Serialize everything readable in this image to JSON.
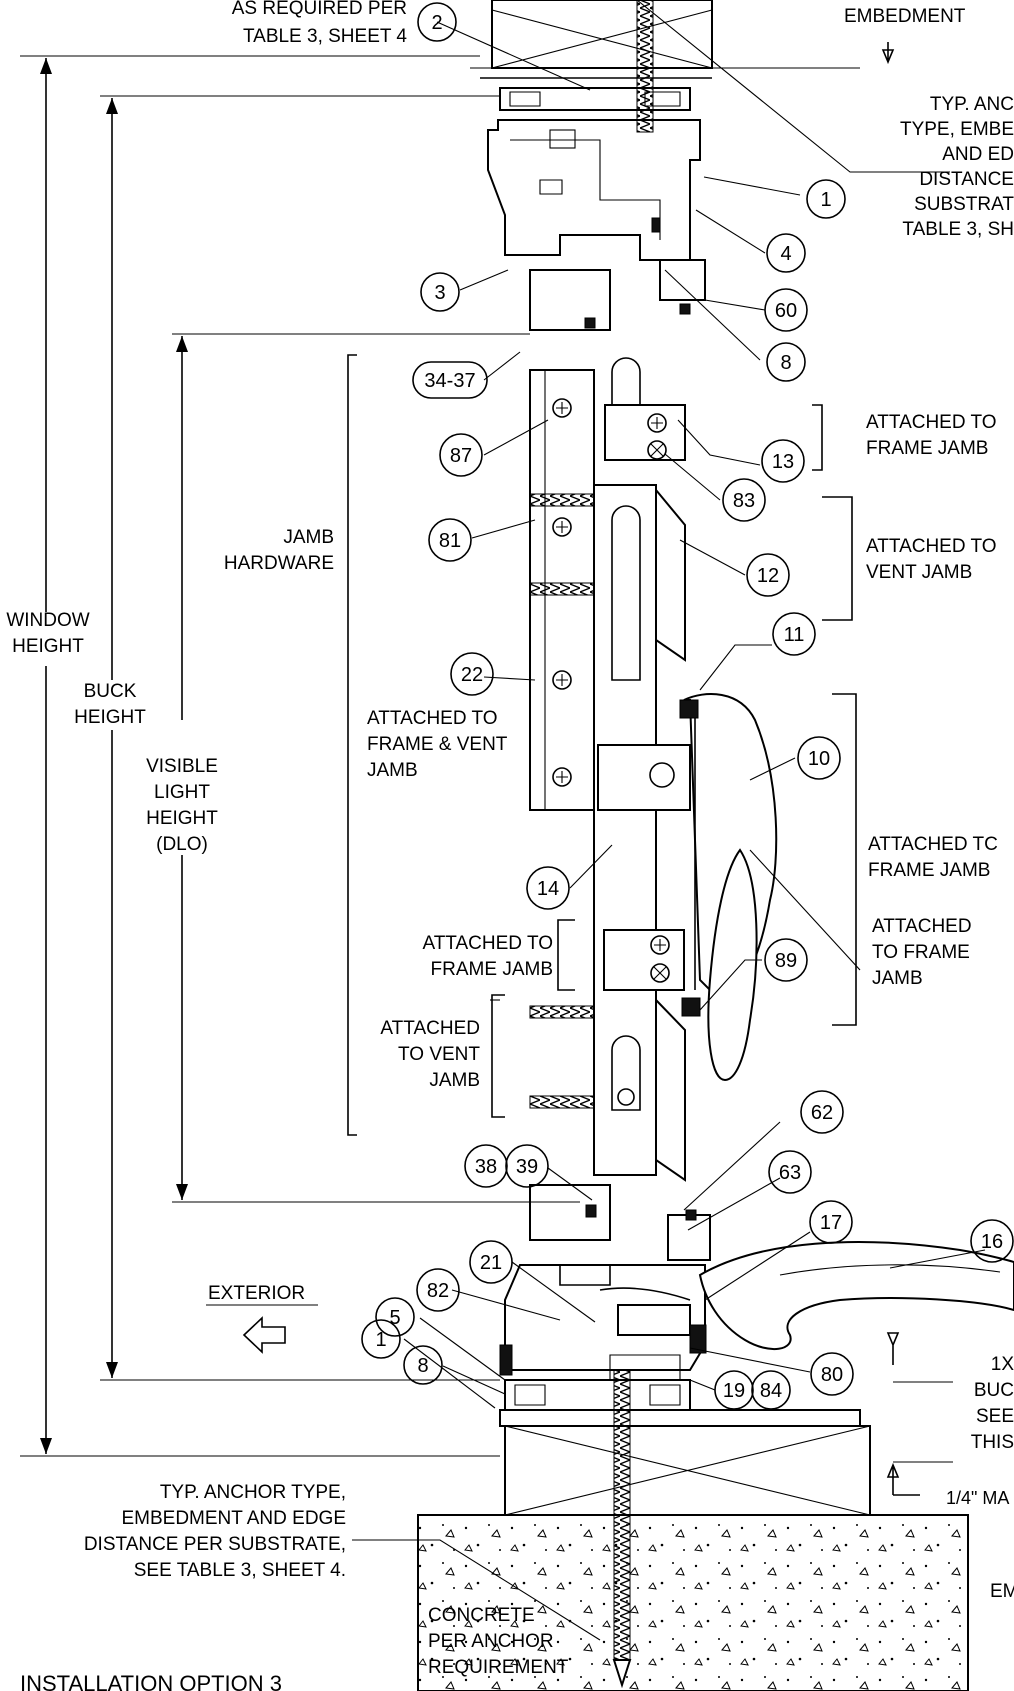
{
  "labels": {
    "as_required": "AS REQUIRED PER",
    "table3_sheet4_top": "TABLE 3, SHEET 4",
    "embedment_top": "EMBEDMENT",
    "typ_anchor_r1": "TYP. ANC",
    "typ_anchor_r2": "TYPE, EMBE",
    "typ_anchor_r3": "AND ED",
    "typ_anchor_r4": "DISTANCE",
    "typ_anchor_r5": "SUBSTRAT",
    "typ_anchor_r6": "TABLE 3, SH",
    "attached_frame_jamb_1a": "ATTACHED TO",
    "attached_frame_jamb_1b": "FRAME JAMB",
    "attached_vent_jamb_a": "ATTACHED TO",
    "attached_vent_jamb_b": "VENT JAMB",
    "attached_frame_jamb_2a": "ATTACHED TC",
    "attached_frame_jamb_2b": "FRAME JAMB",
    "attached_frame_jamb_3a": "ATTACHED",
    "attached_frame_jamb_3b": "TO FRAME",
    "attached_frame_jamb_3c": "JAMB",
    "jamb_hardware_a": "JAMB",
    "jamb_hardware_b": "HARDWARE",
    "window_height_a": "WINDOW",
    "window_height_b": "HEIGHT",
    "buck_height_a": "BUCK",
    "buck_height_b": "HEIGHT",
    "dlo_a": "VISIBLE",
    "dlo_b": "LIGHT",
    "dlo_c": "HEIGHT",
    "dlo_d": "(DLO)",
    "frame_vent_a": "ATTACHED TO",
    "frame_vent_b": "FRAME & VENT",
    "frame_vent_c": "JAMB",
    "left_frame_jamb_a": "ATTACHED TO",
    "left_frame_jamb_b": "FRAME JAMB",
    "left_vent_jamb_a": "ATTACHED",
    "left_vent_jamb_b": "TO VENT",
    "left_vent_jamb_c": "JAMB",
    "exterior": "EXTERIOR",
    "buck_r1": "1X",
    "buck_r2": "BUC",
    "buck_r3": "SEE",
    "buck_r4": "THIS",
    "quarter_max": "1/4\" MA",
    "em": "EM",
    "bottom_anchor_a": "TYP. ANCHOR TYPE,",
    "bottom_anchor_b": "EMBEDMENT AND EDGE",
    "bottom_anchor_c": "DISTANCE PER SUBSTRATE,",
    "bottom_anchor_d": "SEE TABLE 3, SHEET 4.",
    "concrete_a": "CONCRETE",
    "concrete_b": "PER ANCHOR",
    "concrete_c": "REQUIREMENT",
    "installation": "INSTALLATION OPTION 3"
  },
  "callouts": {
    "c2": "2",
    "c1_top": "1",
    "c4": "4",
    "c3": "3",
    "c60": "60",
    "c8_top": "8",
    "c34_37": "34-37",
    "c87": "87",
    "c13": "13",
    "c83": "83",
    "c81": "81",
    "c12": "12",
    "c11": "11",
    "c22": "22",
    "c10": "10",
    "c14": "14",
    "c89": "89",
    "c62": "62",
    "c38": "38",
    "c39": "39",
    "c63": "63",
    "c17": "17",
    "c16": "16",
    "c21": "21",
    "c82": "82",
    "c5": "5",
    "c8_bot": "8",
    "c1_bot": "1",
    "c80": "80",
    "c19": "19",
    "c84": "84"
  }
}
